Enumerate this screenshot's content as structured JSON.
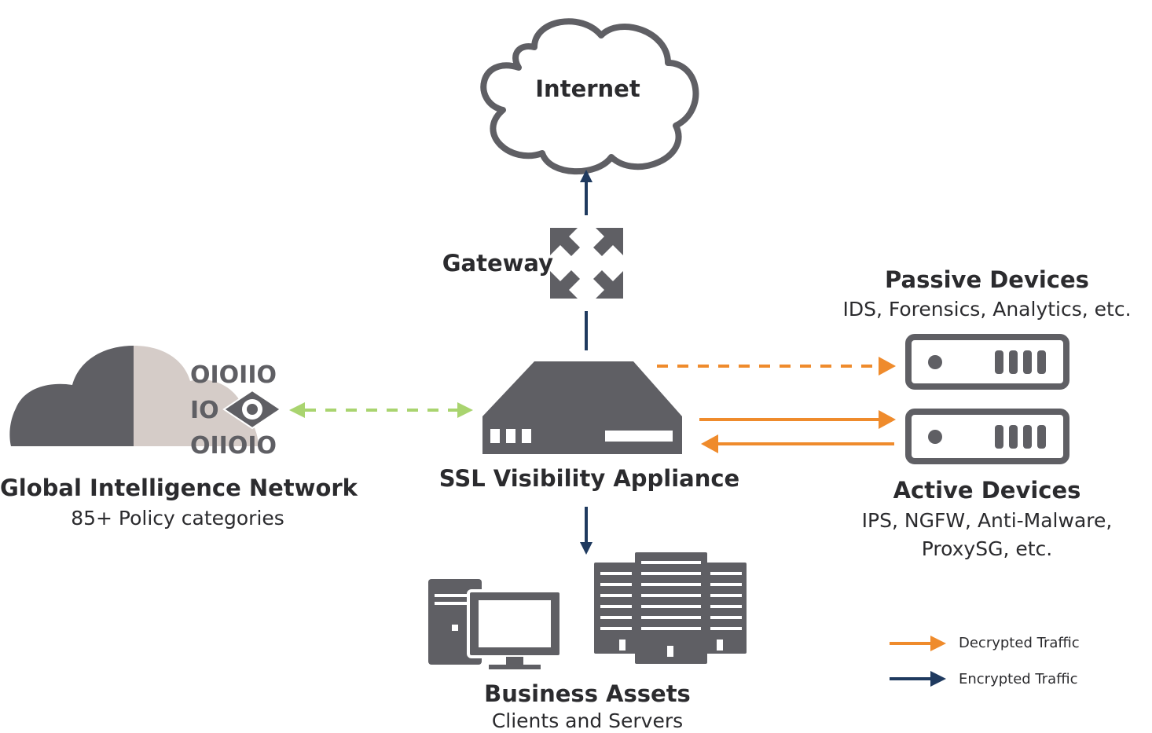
{
  "nodes": {
    "internet": {
      "label": "Internet"
    },
    "gateway": {
      "label": "Gateway"
    },
    "passive_devices": {
      "title": "Passive Devices",
      "subtitle": "IDS, Forensics, Analytics, etc."
    },
    "active_devices": {
      "title": "Active Devices",
      "subtitle_line1": "IPS, NGFW, Anti-Malware,",
      "subtitle_line2": "ProxySG, etc."
    },
    "ssl_appliance": {
      "label": "SSL Visibility Appliance"
    },
    "global_intelligence_network": {
      "title": "Global Intelligence Network",
      "subtitle": "85+ Policy categories"
    },
    "business_assets": {
      "title": "Business Assets",
      "subtitle": "Clients and Servers"
    }
  },
  "binary_glyphs": {
    "row1": "OIOIIO",
    "row2": "IO",
    "row3": "OIIOIO"
  },
  "legend": {
    "decrypted": {
      "label": "Decrypted Traffic",
      "color": "#ef8b2c"
    },
    "encrypted": {
      "label": "Encrypted Traffic",
      "color": "#1f3a5f"
    }
  },
  "colors": {
    "icon_gray": "#5f5f64",
    "cloud_light": "#d5ccc8",
    "intel_link_green": "#a9d46f",
    "decrypted_orange": "#ef8b2c",
    "encrypted_navy": "#1f3a5f"
  }
}
